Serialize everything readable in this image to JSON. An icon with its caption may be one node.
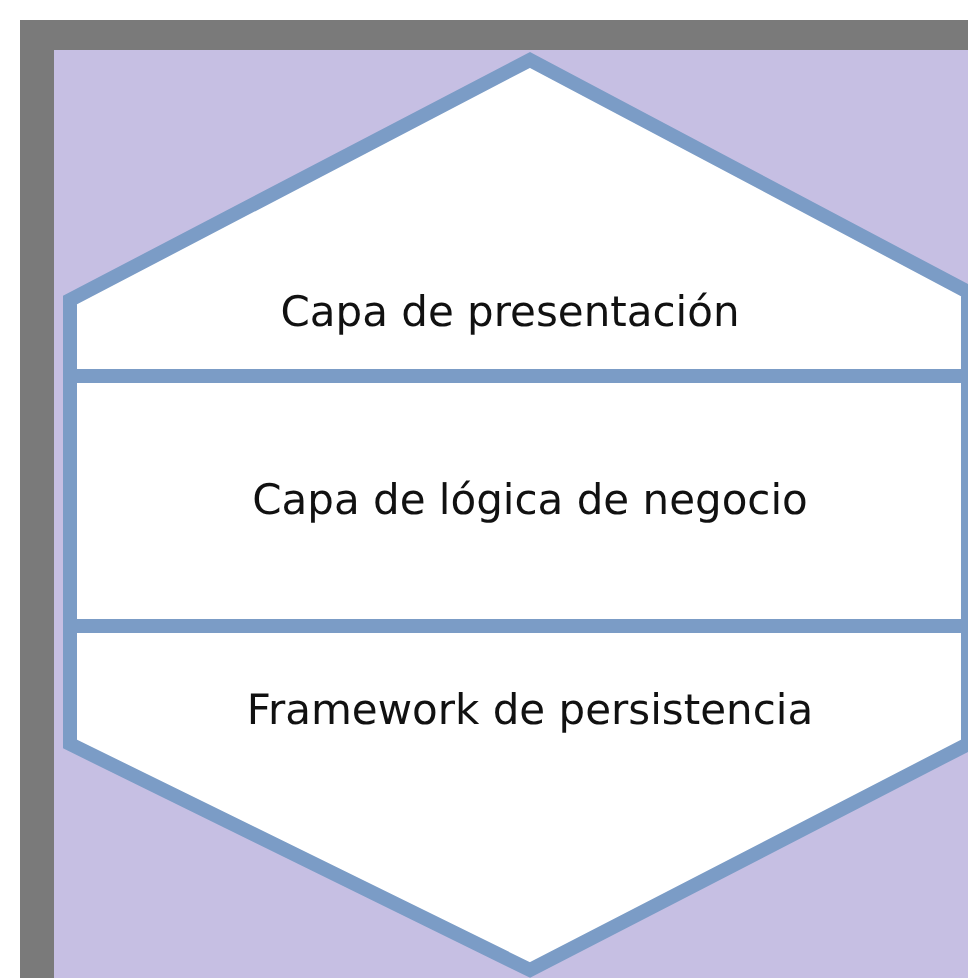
{
  "diagram": {
    "nodes": [
      {
        "text": [
          "Capa de presentación"
        ]
      },
      {
        "text": [
          "Capa de lógica de negocio"
        ]
      },
      {
        "text": [
          "Framework de persistencia"
        ]
      }
    ]
  }
}
